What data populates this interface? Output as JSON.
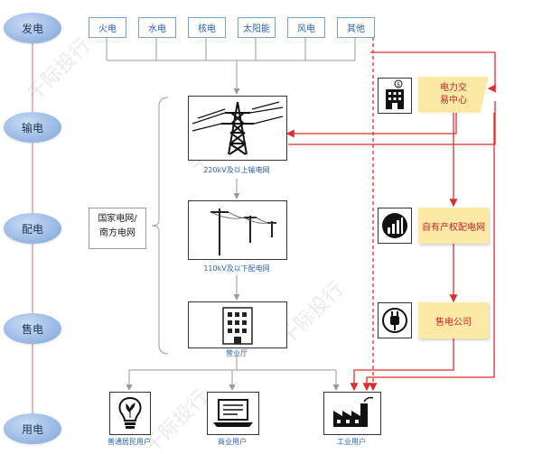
{
  "stages": [
    "发电",
    "输电",
    "配电",
    "售电",
    "用电"
  ],
  "sources": [
    "火电",
    "水电",
    "核电",
    "太阳能",
    "风电",
    "其他"
  ],
  "nodes": {
    "transmission_caption": "220kV及以上输电网",
    "distribution_caption": "110kV及以下配电网",
    "sales_hall_caption": "营业厅"
  },
  "grid_label": [
    "国家电网/",
    "南方电网"
  ],
  "right": {
    "trading_center": [
      "电力交",
      "易中心"
    ],
    "self_owned_grid": "自有产权配电网",
    "power_company": "售电公司"
  },
  "users": [
    "普通居民用户",
    "商业用户",
    "工业用户"
  ],
  "watermark": "千际投行",
  "colors": {
    "accent_red": "#d9302f",
    "wire_gray": "#9a9a9a",
    "caption_blue": "#2b63a8",
    "box_yellow": "#fde9a6",
    "bubble_blue": "#9fbce6"
  }
}
